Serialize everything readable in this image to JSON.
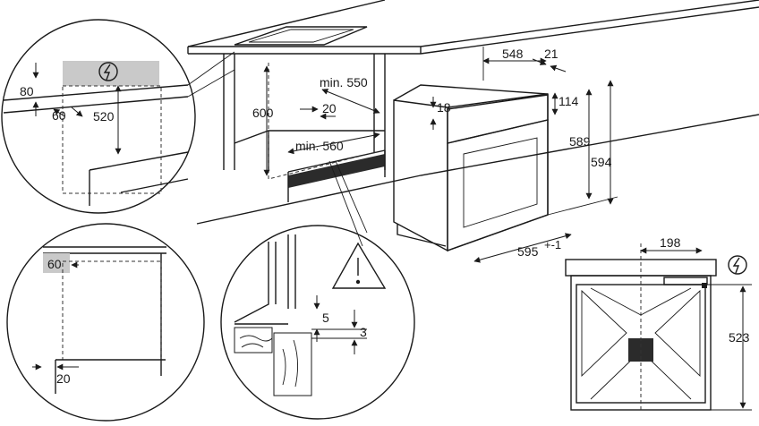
{
  "dimensions": {
    "top_left_detail": {
      "d80": "80",
      "d60": "60",
      "d520": "520"
    },
    "cabinet": {
      "d600": "600",
      "d_min550": "min. 550",
      "d20": "20",
      "d_min560": "min. 560"
    },
    "oven": {
      "d548": "548",
      "d21": "21",
      "d114": "114",
      "d18": "18",
      "d589": "589",
      "d594": "594",
      "d595": "595",
      "d595_tol": "+-1"
    },
    "bottom_left_detail": {
      "d60": "60",
      "d20": "20"
    },
    "bottom_mid_detail": {
      "d5": "5",
      "d3": "3"
    },
    "right_view": {
      "d198": "198",
      "d523": "523"
    }
  },
  "icons": [
    "power-socket-icon",
    "warning-triangle-icon"
  ],
  "colors": {
    "line": "#1a1a1a",
    "gray_fill": "#c9c9c9",
    "dark_fill": "#2b2b2b"
  }
}
